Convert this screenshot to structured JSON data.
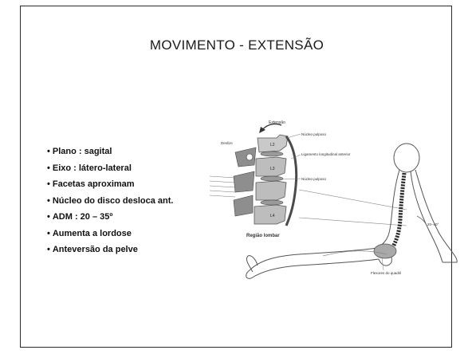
{
  "slide": {
    "title": "MOVIMENTO - EXTENSÃO",
    "bullets": [
      "Plano : sagital",
      "Eixo : látero-lateral",
      "Facetas aproximam",
      "Núcleo do disco desloca ant.",
      "ADM : 20 – 35º",
      "Aumenta a lordose",
      "Anteversão da pelve"
    ]
  },
  "figure": {
    "labels": {
      "extension": "Extensão",
      "nucleus_top": "Núcleo pulposo",
      "ligament": "Ligamento longitudinal anterior",
      "nucleus_mid": "Núcleo pulposo",
      "region": "Região lombar",
      "hip_flexors": "Flexores do quadril",
      "angle": "20–40°",
      "left_small_1": "Deslize",
      "v_l2": "L2",
      "v_l3": "L3",
      "v_l4": "L4"
    },
    "accent_color": "#6b6b6b",
    "icon": "spine-extension-illustration"
  }
}
